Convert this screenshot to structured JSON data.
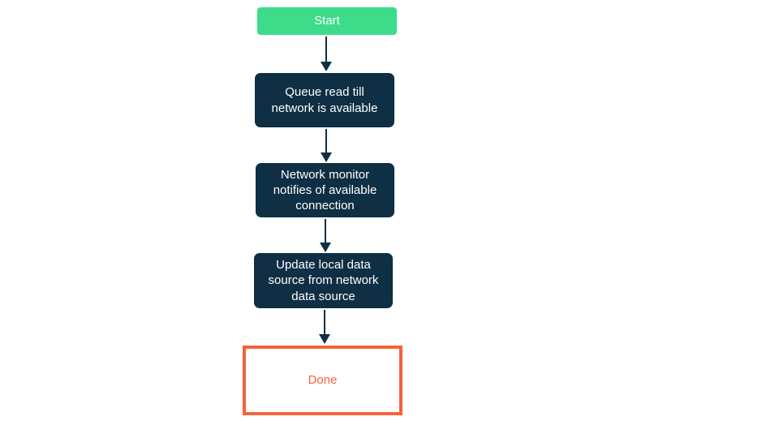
{
  "diagram": {
    "type": "flowchart",
    "orientation": "top-to-bottom",
    "background_color": "#ffffff",
    "nodes": [
      {
        "id": "start",
        "label": "Start",
        "shape": "rounded-rectangle",
        "role": "terminal",
        "fill_color": "#3ddc8b",
        "text_color": "#ffffff",
        "border_color": "none"
      },
      {
        "id": "queue-read",
        "label": "Queue read till\nnetwork is available",
        "shape": "rounded-rectangle",
        "role": "process",
        "fill_color": "#0e2f44",
        "text_color": "#ffffff",
        "border_color": "none"
      },
      {
        "id": "network-monitor",
        "label": "Network monitor\nnotifies of available\nconnection",
        "shape": "rounded-rectangle",
        "role": "process",
        "fill_color": "#0e2f44",
        "text_color": "#ffffff",
        "border_color": "none"
      },
      {
        "id": "update-local",
        "label": "Update local data\nsource from network\ndata source",
        "shape": "rounded-rectangle",
        "role": "process",
        "fill_color": "#0e2f44",
        "text_color": "#ffffff",
        "border_color": "none"
      },
      {
        "id": "done",
        "label": "Done",
        "shape": "rectangle",
        "role": "terminal",
        "fill_color": "#ffffff",
        "text_color": "#f4633a",
        "border_color": "#f4633a"
      }
    ],
    "edges": [
      {
        "id": "edge-1",
        "from": "start",
        "to": "queue-read",
        "label": "",
        "arrow_color": "#0e2f44"
      },
      {
        "id": "edge-2",
        "from": "queue-read",
        "to": "network-monitor",
        "label": "",
        "arrow_color": "#0e2f44"
      },
      {
        "id": "edge-3",
        "from": "network-monitor",
        "to": "update-local",
        "label": "",
        "arrow_color": "#0e2f44"
      },
      {
        "id": "edge-4",
        "from": "update-local",
        "to": "done",
        "label": "",
        "arrow_color": "#0e2f44"
      }
    ]
  }
}
